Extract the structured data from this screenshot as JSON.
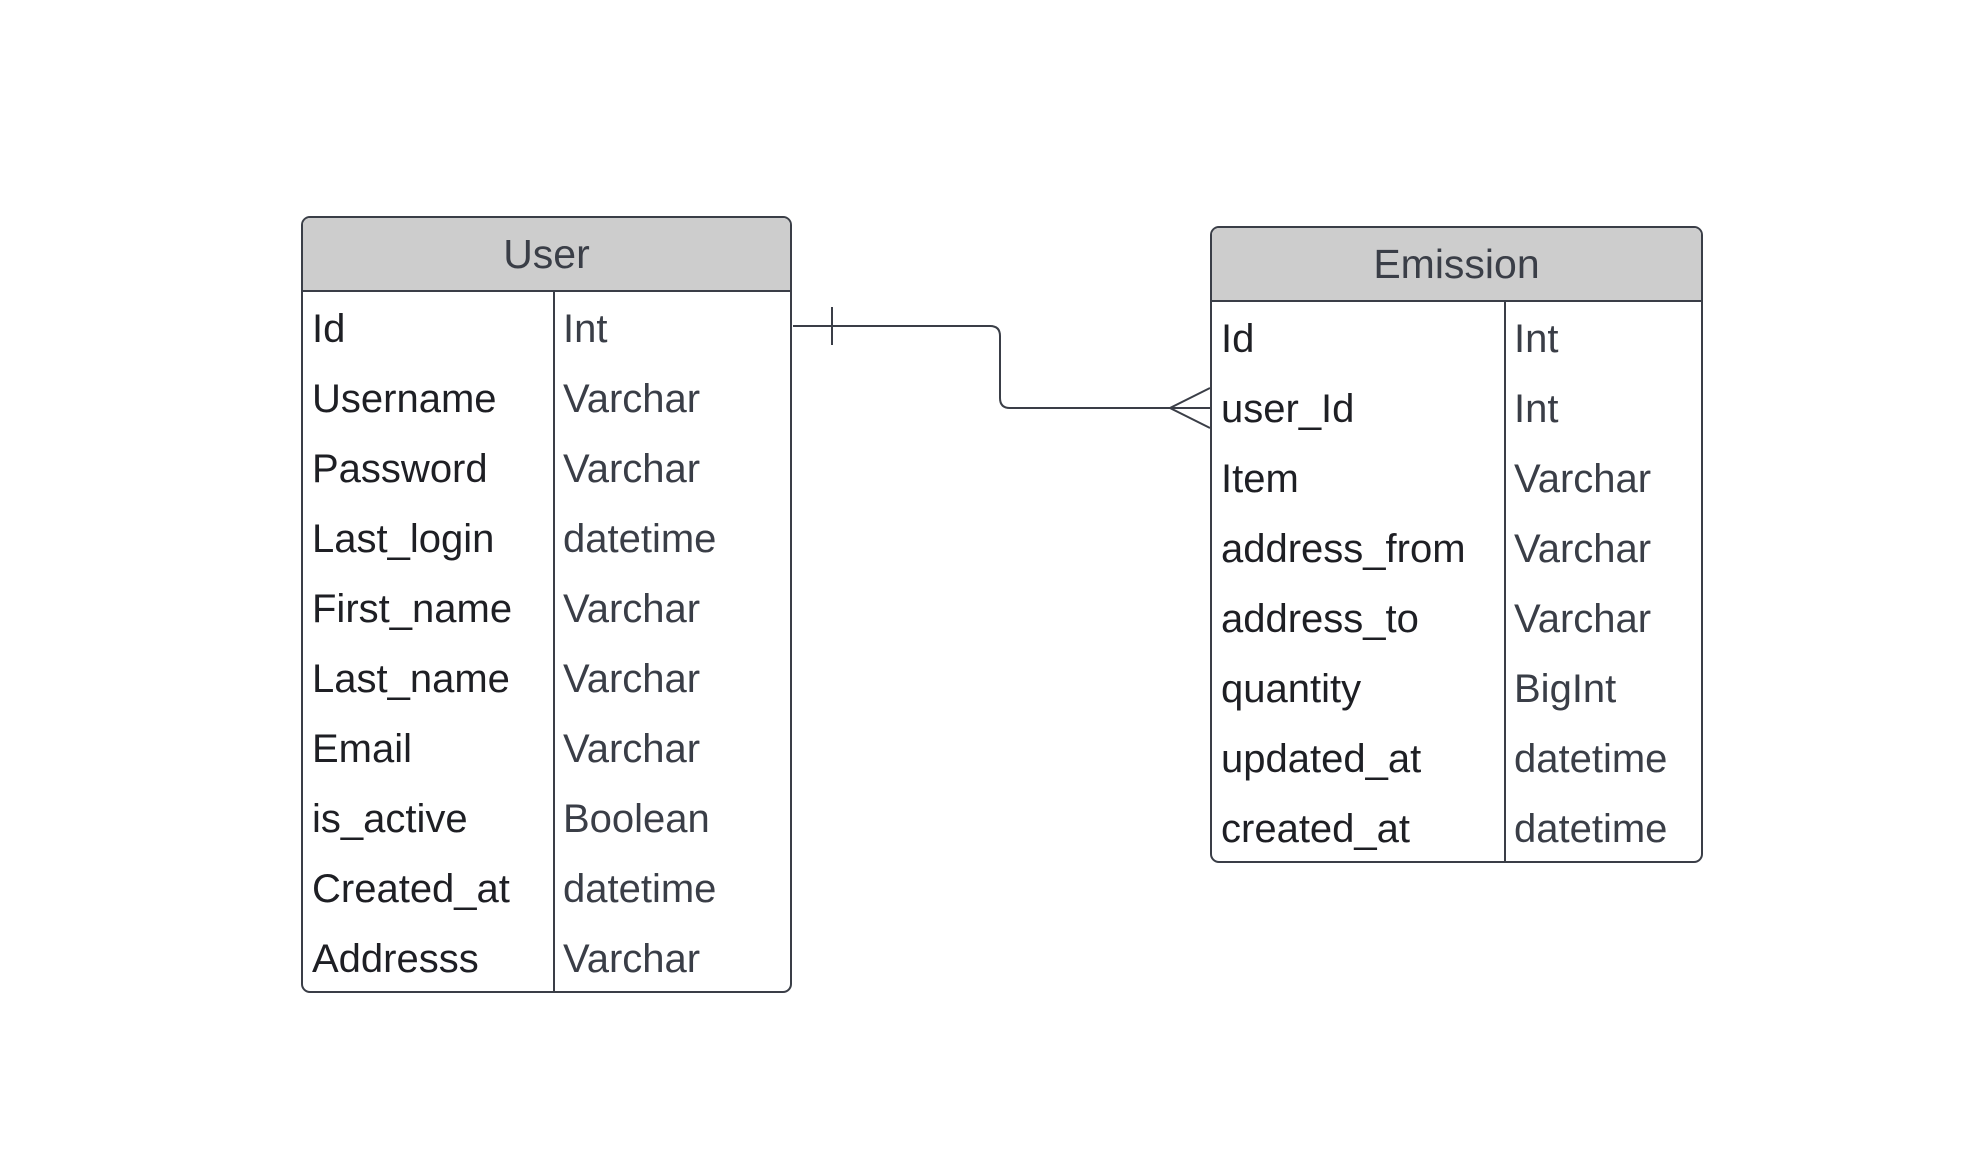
{
  "entities": {
    "user": {
      "title": "User",
      "fields": [
        {
          "name": "Id",
          "type": "Int"
        },
        {
          "name": "Username",
          "type": "Varchar"
        },
        {
          "name": "Password",
          "type": "Varchar"
        },
        {
          "name": "Last_login",
          "type": "datetime"
        },
        {
          "name": "First_name",
          "type": "Varchar"
        },
        {
          "name": "Last_name",
          "type": "Varchar"
        },
        {
          "name": "Email",
          "type": "Varchar"
        },
        {
          "name": "is_active",
          "type": "Boolean"
        },
        {
          "name": "Created_at",
          "type": "datetime"
        },
        {
          "name": "Addresss",
          "type": "Varchar"
        }
      ]
    },
    "emission": {
      "title": "Emission",
      "fields": [
        {
          "name": "Id",
          "type": "Int"
        },
        {
          "name": "user_Id",
          "type": "Int"
        },
        {
          "name": "Item",
          "type": "Varchar"
        },
        {
          "name": "address_from",
          "type": "Varchar"
        },
        {
          "name": "address_to",
          "type": "Varchar"
        },
        {
          "name": "quantity",
          "type": "BigInt"
        },
        {
          "name": "updated_at",
          "type": "datetime"
        },
        {
          "name": "created_at",
          "type": "datetime"
        }
      ]
    }
  },
  "relationship": {
    "from": "User.Id",
    "to": "Emission.user_Id",
    "from_cardinality": "one",
    "to_cardinality": "many"
  },
  "colors": {
    "header_fill": "#cdcdcd",
    "stroke": "#3a3e47",
    "field_text": "#1e1f24",
    "type_text": "#3a3e47"
  }
}
